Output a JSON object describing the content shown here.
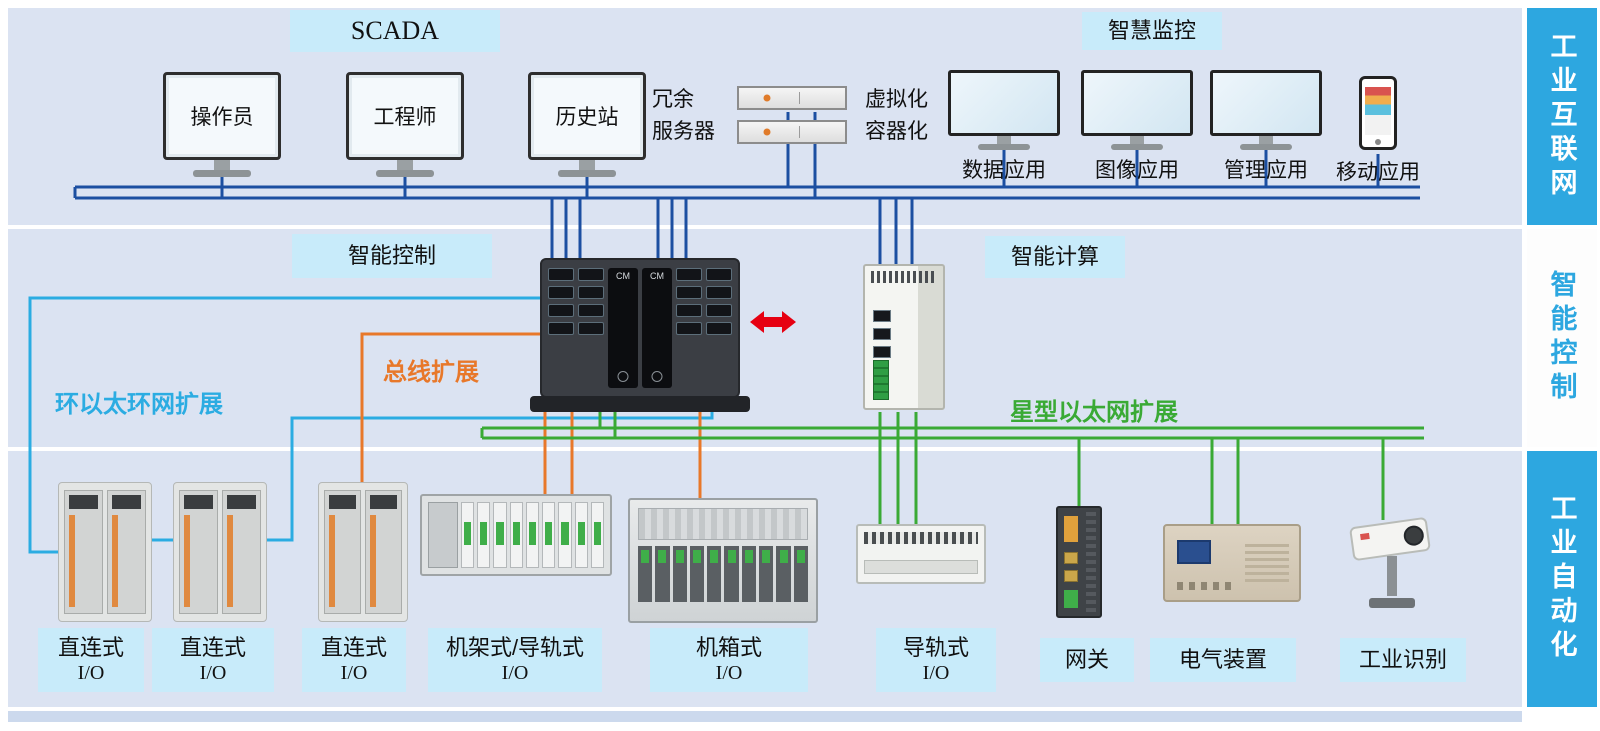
{
  "colors": {
    "band_bg": "#dbe3f2",
    "cyan_box_bg": "#c8ebfa",
    "side_blue": "#2da7e0",
    "bus_blue": "#1c4fa1",
    "ring_cyan": "#2bace2",
    "bus_orange": "#e8782a",
    "star_green": "#3aaa35",
    "arrow_red": "#e60012"
  },
  "sides": [
    {
      "label": "工业互联网"
    },
    {
      "label": "智能控制"
    },
    {
      "label": "工业自动化"
    }
  ],
  "top": {
    "scada": "SCADA",
    "monitors": [
      "操作员",
      "工程师",
      "历史站"
    ],
    "redundant": {
      "line1": "冗余",
      "line2": "服务器"
    },
    "virtualization": {
      "line1": "虚拟化",
      "line2": "容器化"
    },
    "smart_monitoring": "智慧监控",
    "apps": [
      "数据应用",
      "图像应用",
      "管理应用",
      "移动应用"
    ]
  },
  "middle": {
    "control": "智能控制",
    "compute": "智能计算",
    "bus_extension": "总线扩展",
    "ring_extension": "环以太环网扩展",
    "star_extension": "星型以太网扩展",
    "controller_module": "CM"
  },
  "bottom": {
    "devices": [
      {
        "name": "直连式",
        "sub": "I/O"
      },
      {
        "name": "直连式",
        "sub": "I/O"
      },
      {
        "name": "直连式",
        "sub": "I/O"
      },
      {
        "name": "机架式/导轨式",
        "sub": "I/O"
      },
      {
        "name": "机箱式",
        "sub": "I/O"
      },
      {
        "name": "导轨式",
        "sub": "I/O"
      },
      {
        "name": "网关",
        "sub": ""
      },
      {
        "name": "电气装置",
        "sub": ""
      },
      {
        "name": "工业识别",
        "sub": ""
      }
    ]
  }
}
